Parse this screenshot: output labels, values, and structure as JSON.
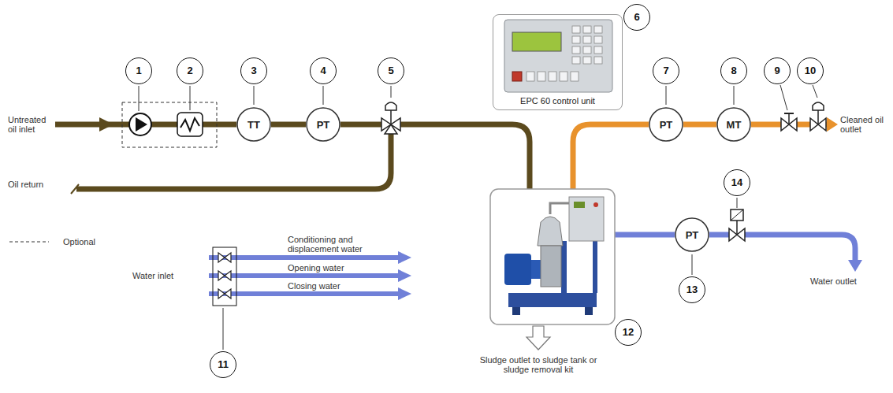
{
  "diagram": {
    "nodes": [
      {
        "text": [
          "TT"
        ]
      },
      {
        "text": [
          "PT"
        ]
      },
      {
        "text": [
          "EPC 60 control unit"
        ]
      },
      {
        "text": [
          "PT"
        ]
      },
      {
        "text": [
          "MT"
        ]
      },
      {
        "text": [
          "PT"
        ]
      }
    ],
    "edges": [
      {
        "from": 0,
        "to": 1,
        "arrow": "none"
      },
      {
        "from": 3,
        "to": 4,
        "arrow": "none"
      }
    ],
    "labels": [
      "Untreated oil inlet",
      "Oil return",
      "Water inlet",
      "Conditioning and displacement water",
      "Opening water",
      "Closing water",
      "Cleaned oil outlet",
      "Water outlet",
      "Sludge outlet to sludge tank or sludge removal kit",
      "1",
      "2",
      "3",
      "4",
      "5",
      "6",
      "7",
      "8",
      "9",
      "10",
      "11",
      "12",
      "13",
      "14"
    ],
    "legend": [
      {
        "text": "Optional"
      }
    ]
  }
}
